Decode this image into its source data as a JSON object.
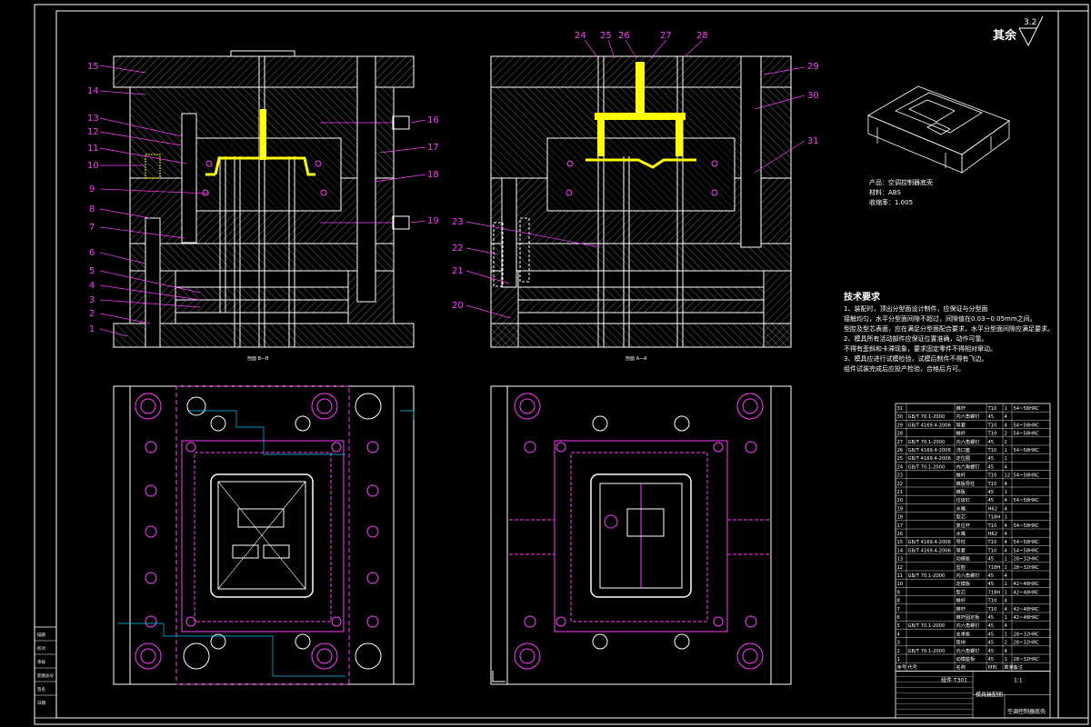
{
  "colors": {
    "background": "#000000",
    "line": "#ffffff",
    "magenta": "#ff3cff",
    "yellow": "#ffff00",
    "grey": "#9a9a9a",
    "cyan": "#00c8ff"
  },
  "rough": {
    "text": "其余",
    "value": "3.2"
  },
  "section_labels": {
    "left": "剖面 B—B",
    "right": "剖面 A—A"
  },
  "left_callouts": [
    "15",
    "14",
    "13",
    "12",
    "11",
    "10",
    "9",
    "8",
    "7",
    "6",
    "5",
    "4",
    "3",
    "2",
    "1"
  ],
  "mid_right_callouts": [
    "16",
    "17",
    "18",
    "19"
  ],
  "right_left_callouts": [
    "23",
    "22",
    "21",
    "20"
  ],
  "right_top_callouts": [
    "24",
    "25",
    "26",
    "27",
    "28"
  ],
  "right_side_callouts": [
    "29",
    "30",
    "31"
  ],
  "product": {
    "name": "产品：空调控制器底壳",
    "material": "材料：ABS",
    "shrink": "收缩率：1.005"
  },
  "tech": {
    "title": "技术要求",
    "lines": [
      "1、装配时，顶出分型面设计制件，应保证与分型面",
      "接触均匀，水平分型面间隙不超过，间隙值在0.03~0.05mm之间。",
      "型腔及型芯表面，应在满足分型面配合要求，水平分型面间隙应满足要求。",
      "2、模具所有活动部件应保证位置准确，动作可靠。",
      "不得有歪斜和卡滞现象，要求固定零件不得相对窜动。",
      "3、模具应进行试模检验，试模后制件不得有飞边。",
      "组件试装完成后应投产检验，合格后方可。"
    ]
  },
  "bom_rows": [
    [
      "31",
      "",
      "推杆",
      "T10",
      "1",
      "54~58HRC"
    ],
    [
      "30",
      "GB/T 70.1-2000",
      "内六角螺钉",
      "45",
      "4",
      ""
    ],
    [
      "29",
      "GB/T 4169.4-2006",
      "导套",
      "T10",
      "4",
      "54~58HRC"
    ],
    [
      "28",
      "",
      "推杆",
      "T10",
      "2",
      "54~58HRC"
    ],
    [
      "27",
      "GB/T 70.1-2000",
      "内六角螺钉",
      "45",
      "2",
      ""
    ],
    [
      "26",
      "GB/T 4169.4-2006",
      "浇口套",
      "T10",
      "1",
      "54~58HRC"
    ],
    [
      "25",
      "GB/T 4169.4-2006",
      "定位圈",
      "45",
      "1",
      ""
    ],
    [
      "24",
      "GB/T 70.1-2000",
      "内六角螺钉",
      "45",
      "4",
      ""
    ],
    [
      "23",
      "",
      "推杆",
      "T10",
      "12",
      "54~58HRC"
    ],
    [
      "22",
      "",
      "推板导柱",
      "T10",
      "4",
      ""
    ],
    [
      "21",
      "",
      "推板",
      "45",
      "1",
      ""
    ],
    [
      "20",
      "",
      "垃圾钉",
      "45",
      "4",
      "54~58HRC"
    ],
    [
      "19",
      "",
      "水嘴",
      "H62",
      "4",
      ""
    ],
    [
      "18",
      "",
      "型芯",
      "718H",
      "1",
      ""
    ],
    [
      "17",
      "",
      "复位杆",
      "T10",
      "4",
      "54~58HRC"
    ],
    [
      "16",
      "",
      "水嘴",
      "H62",
      "4",
      ""
    ],
    [
      "15",
      "GB/T 4169.4-2006",
      "导柱",
      "T10",
      "4",
      "54~58HRC"
    ],
    [
      "14",
      "GB/T 4169.4-2006",
      "导套",
      "T10",
      "4",
      "54~58HRC"
    ],
    [
      "13",
      "",
      "动模板",
      "45",
      "1",
      "28~32HRC"
    ],
    [
      "12",
      "",
      "型腔",
      "718H",
      "1",
      "28~32HRC"
    ],
    [
      "11",
      "GB/T 70.1-2000",
      "内六角螺钉",
      "45",
      "4",
      ""
    ],
    [
      "10",
      "",
      "定模板",
      "45",
      "1",
      "42~48HRC"
    ],
    [
      "9",
      "",
      "型芯",
      "718H",
      "1",
      "42~48HRC"
    ],
    [
      "8",
      "",
      "推杆",
      "T10",
      "4",
      ""
    ],
    [
      "7",
      "",
      "推杆",
      "T10",
      "4",
      "42~48HRC"
    ],
    [
      "6",
      "",
      "推杆固定板",
      "45",
      "1",
      "42~48HRC"
    ],
    [
      "5",
      "GB/T 70.1-2000",
      "内六角螺钉",
      "45",
      "4",
      ""
    ],
    [
      "4",
      "",
      "支承板",
      "45",
      "1",
      "28~32HRC"
    ],
    [
      "3",
      "",
      "垫块",
      "45",
      "2",
      "28~32HRC"
    ],
    [
      "2",
      "GB/T 70.1-2000",
      "内六角螺钉",
      "45",
      "4",
      ""
    ],
    [
      "1",
      "",
      "动模座板",
      "45",
      "1",
      "28~32HRC"
    ]
  ],
  "bom_header": [
    "序号",
    "代号",
    "名称",
    "材料",
    "数量",
    "备注"
  ],
  "title_block": {
    "name": "空调控制器底壳",
    "scale": "1:1",
    "drawing": "模具装配图",
    "part": "组件·T301"
  },
  "left_strip": [
    "描图",
    "校对",
    "审核",
    "底图总号",
    "签名",
    "日期"
  ]
}
